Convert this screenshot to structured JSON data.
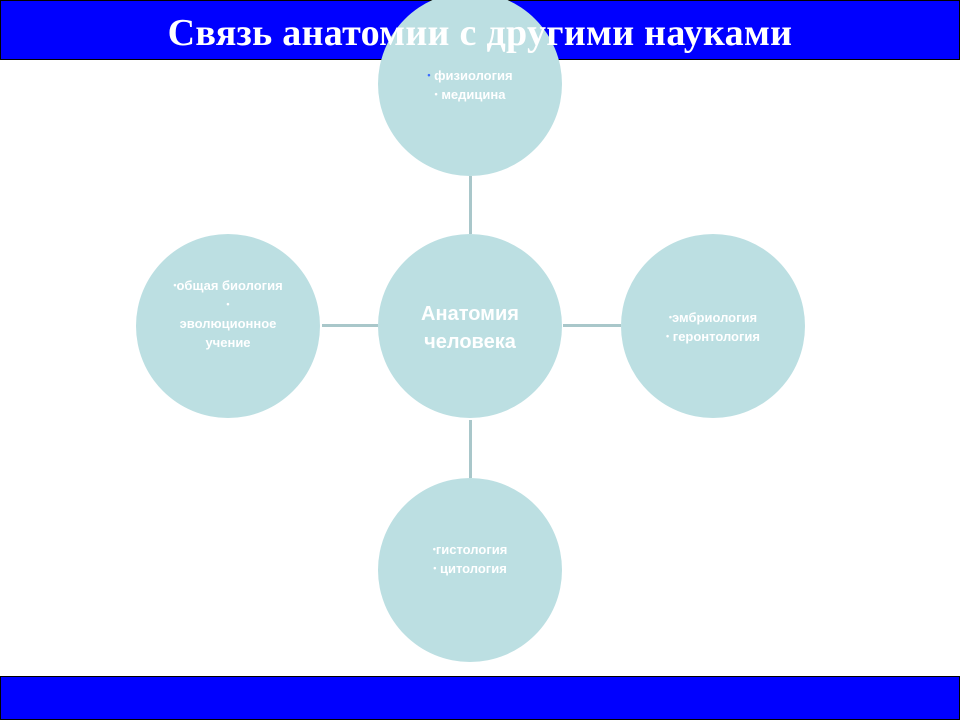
{
  "slide": {
    "title": "Связь анатомии с другими науками",
    "colors": {
      "bar": "#0000ff",
      "circle": "#bcdfe2",
      "connector": "#a9c7ca",
      "text": "#ffffff"
    }
  },
  "diagram": {
    "center": {
      "line1": "Анатомия",
      "line2": "человека"
    },
    "top": {
      "item1": "физиология",
      "item2": "медицина"
    },
    "left": {
      "item1": "общая биология",
      "item2": "эволюционное учение"
    },
    "right": {
      "item1": "эмбриология",
      "item2": "геронтология"
    },
    "bottom": {
      "item1": "гистология",
      "item2": "цитология"
    },
    "bullet": "•"
  }
}
